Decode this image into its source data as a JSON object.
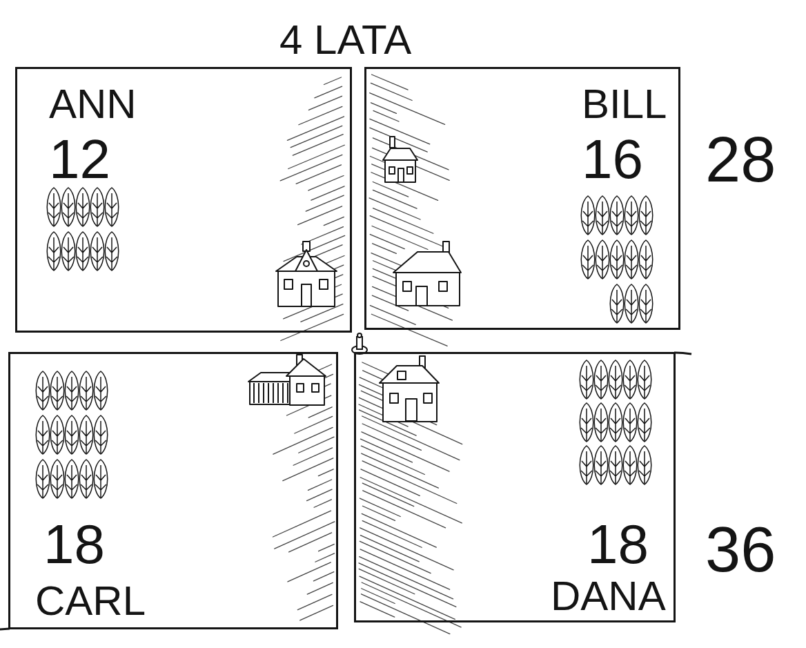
{
  "diagram": {
    "title": "4 LATA",
    "nodes": [
      {
        "text": [
          "ANN",
          "12"
        ]
      },
      {
        "text": [
          "BILL",
          "16"
        ]
      },
      {
        "text": [
          "18",
          "CARL"
        ]
      },
      {
        "text": [
          "18",
          "DANA"
        ]
      }
    ],
    "labels": [
      "28",
      "36"
    ]
  }
}
